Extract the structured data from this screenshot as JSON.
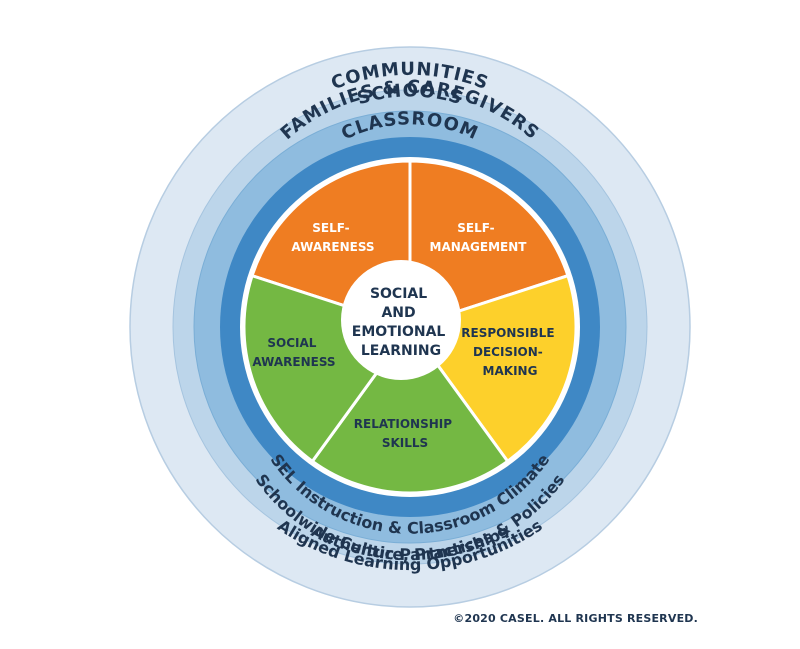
{
  "rings": {
    "communities": "COMMUNITIES",
    "families": "FAMILIES & CAREGIVERS",
    "schools": "SCHOOLS",
    "classroom": "CLASSROOM"
  },
  "bottom_labels": {
    "classroom": "SEL Instruction & Classroom Climate",
    "schools": "Schoolwide Culture, Practices & Policies",
    "families": "Authentic Partnerships",
    "communities": "Aligned Learning Opportunities"
  },
  "competencies": {
    "self_awareness": [
      "SELF-",
      "AWARENESS"
    ],
    "self_management": [
      "SELF-",
      "MANAGEMENT"
    ],
    "responsible": [
      "RESPONSIBLE",
      "DECISION-",
      "MAKING"
    ],
    "relationship": [
      "RELATIONSHIP",
      "SKILLS"
    ],
    "social_awareness": [
      "SOCIAL",
      "AWARENESS"
    ]
  },
  "center": [
    "SOCIAL",
    "AND",
    "EMOTIONAL",
    "LEARNING"
  ],
  "copyright": "©2020 CASEL. ALL RIGHTS RESERVED.",
  "colors": {
    "communities": "#dde8f3",
    "families": "#bcd5ea",
    "schools": "#8fbcdf",
    "classroom": "#3f88c5",
    "orange": "#ef7d22",
    "yellow": "#fdd02b",
    "green": "#74b843",
    "text_dark": "#1f3550",
    "white": "#ffffff"
  }
}
